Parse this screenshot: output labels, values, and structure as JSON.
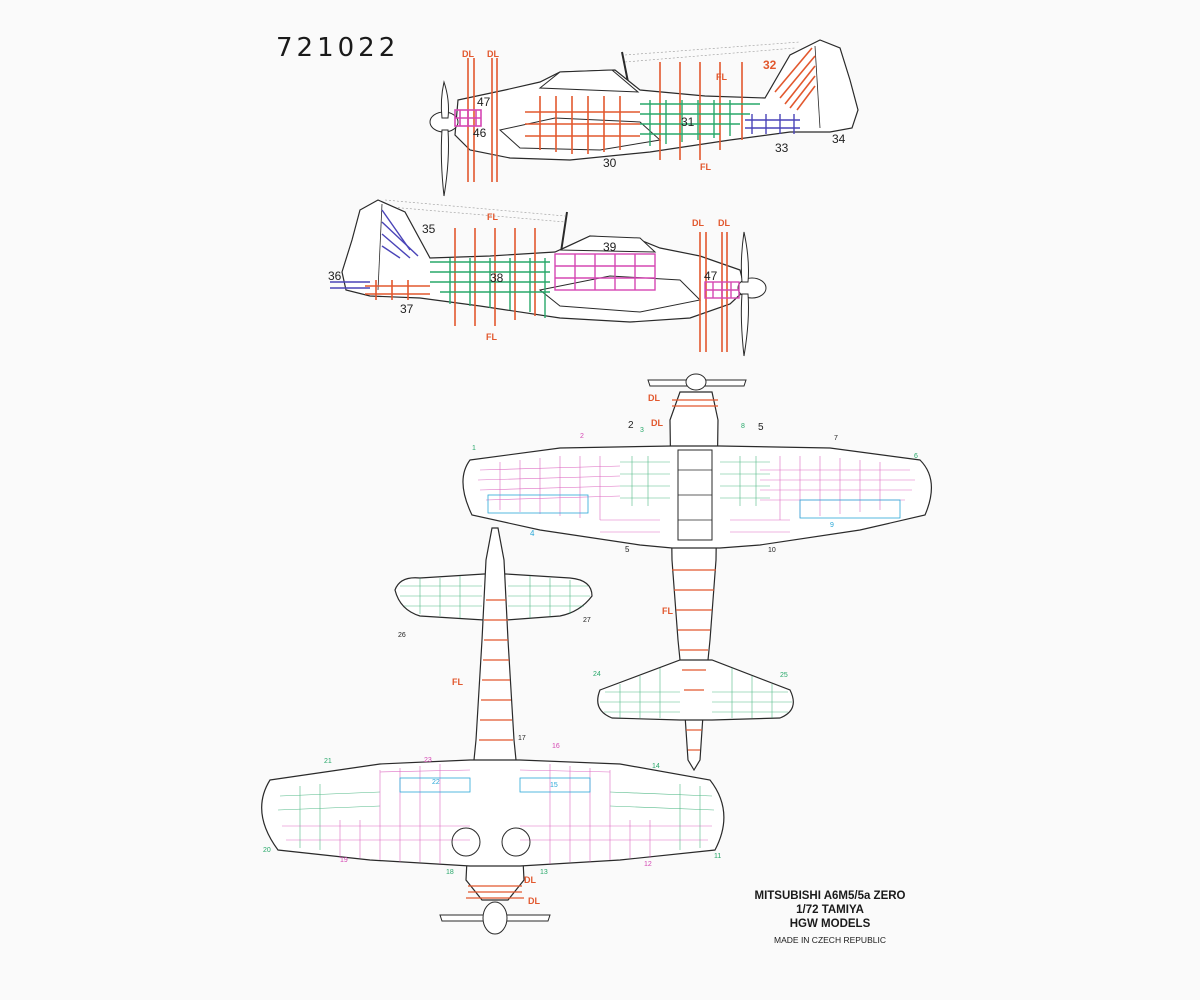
{
  "product_code": "721022",
  "credits": {
    "aircraft": "MITSUBISHI A6M5/5a ZERO",
    "scale_kit": "1/72 TAMIYA",
    "brand": "HGW MODELS",
    "origin": "MADE IN CZECH REPUBLIC"
  },
  "colors": {
    "red": "#e2582e",
    "green": "#28a86a",
    "magenta": "#d548b4",
    "blue": "#4a44b8",
    "cyan": "#2aa8d8",
    "outline": "#2a2a2a"
  },
  "side_left": {
    "markers": [
      "DL",
      "DL",
      "FL",
      "FL"
    ],
    "parts": [
      "47",
      "46",
      "30",
      "31",
      "32",
      "33",
      "34"
    ]
  },
  "side_right": {
    "markers": [
      "FL",
      "FL",
      "DL",
      "DL"
    ],
    "parts": [
      "35",
      "36",
      "37",
      "38",
      "39",
      "47"
    ]
  },
  "top_view": {
    "markers": [
      "DL",
      "DL",
      "FL"
    ],
    "parts": [
      "1",
      "2",
      "3",
      "2",
      "4",
      "5",
      "8",
      "5",
      "7",
      "6",
      "9",
      "5",
      "10",
      "24",
      "25"
    ]
  },
  "bottom_view": {
    "markers": [
      "FL",
      "DL",
      "DL"
    ],
    "parts": [
      "26",
      "27",
      "21",
      "23",
      "17",
      "16",
      "14",
      "22",
      "15",
      "20",
      "19",
      "18",
      "13",
      "12",
      "11"
    ]
  }
}
